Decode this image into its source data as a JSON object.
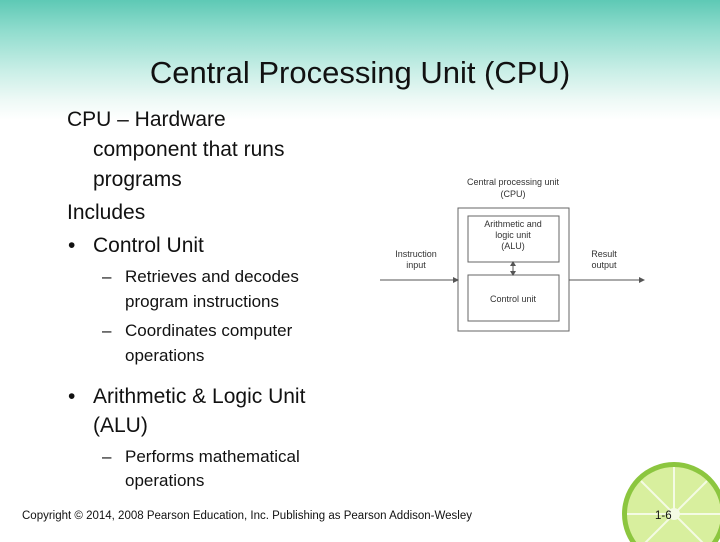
{
  "title": "Central Processing Unit (CPU)",
  "content": {
    "def_line1": "CPU – Hardware",
    "def_line2": "component that runs",
    "def_line3": "programs",
    "includes": "Includes",
    "bullet1": "Control Unit",
    "sub1_line1": "Retrieves and decodes",
    "sub1_line2": "program instructions",
    "sub2_line1": "Coordinates computer",
    "sub2_line2": "operations",
    "bullet2_line1": "Arithmetic & Logic Unit",
    "bullet2_line2": "(ALU)",
    "sub3_line1": "Performs mathematical",
    "sub3_line2": "operations"
  },
  "diagram": {
    "cpu_label_line1": "Central processing unit",
    "cpu_label_line2": "(CPU)",
    "alu_line1": "Arithmetic and",
    "alu_line2": "logic unit",
    "alu_line3": "(ALU)",
    "control_unit": "Control unit",
    "input_line1": "Instruction",
    "input_line2": "input",
    "output_line1": "Result",
    "output_line2": "output"
  },
  "footer": {
    "copyright": "Copyright © 2014, 2008 Pearson Education, Inc. Publishing as Pearson Addison-Wesley",
    "page": "1-6"
  },
  "colors": {
    "header_teal": "#5ec9b5",
    "bullet_blue": "#2a5aa8",
    "lime_green": "#8cc63f"
  }
}
